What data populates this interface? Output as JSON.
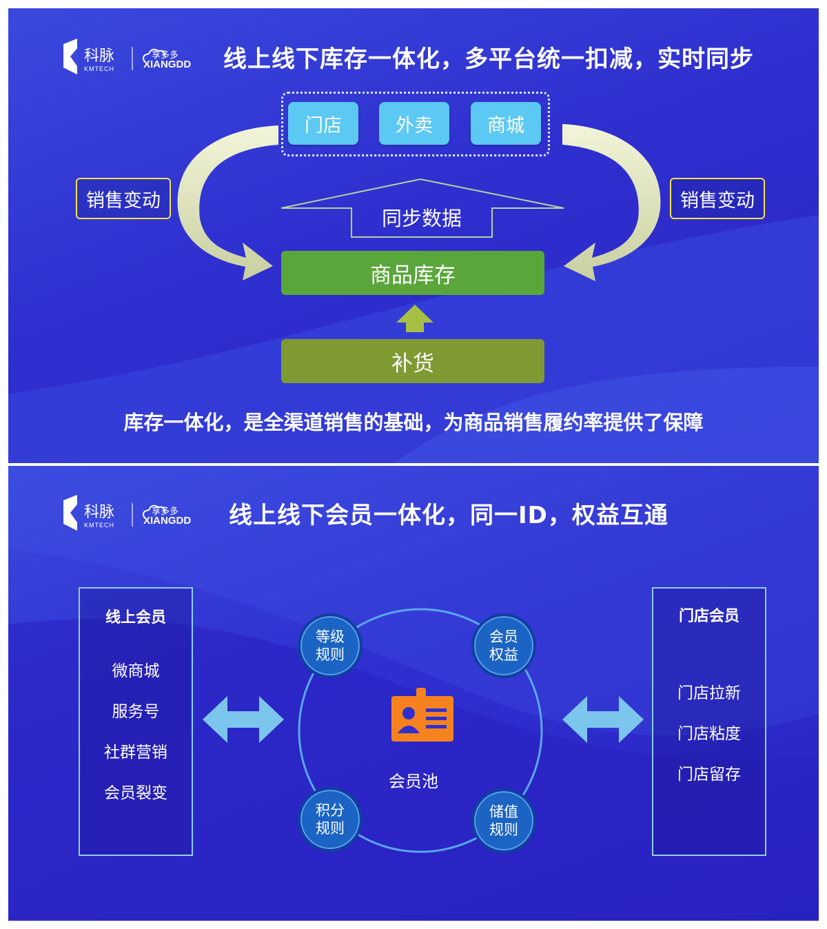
{
  "slide1": {
    "brand": {
      "name_cn": "科脉",
      "name_en": "KMTECH",
      "partner": "XIANGDD",
      "partner_cn": "享多多"
    },
    "title": "线上线下库存一体化，多平台统一扣减，实时同步",
    "channels": [
      "门店",
      "外卖",
      "商城"
    ],
    "left_label": "销售变动",
    "right_label": "销售变动",
    "sync_label": "同步数据",
    "inventory_label": "商品库存",
    "restock_label": "补货",
    "bottom_text": "库存一体化，是全渠道销售的基础，为商品销售履约率提供了保障",
    "colors": {
      "channel": "#5cc8f4",
      "inventory": "#5aa63a",
      "restock": "#7f9a33",
      "label_border": "#f2e24a"
    }
  },
  "slide2": {
    "brand": {
      "name_cn": "科脉",
      "name_en": "KMTECH",
      "partner": "XIANGDD",
      "partner_cn": "享多多"
    },
    "title": "线上线下会员一体化，同一ID，权益互通",
    "online": {
      "header": "线上会员",
      "items": [
        "微商城",
        "服务号",
        "社群营销",
        "会员裂变"
      ]
    },
    "store": {
      "header": "门店会员",
      "items": [
        "门店拉新",
        "门店粘度",
        "门店留存"
      ]
    },
    "nodes": {
      "top_left": [
        "等级",
        "规则"
      ],
      "top_right": [
        "会员",
        "权益"
      ],
      "bottom_left": [
        "积分",
        "规则"
      ],
      "bottom_right": [
        "储值",
        "规则"
      ]
    },
    "center_label": "会员池",
    "colors": {
      "node": "#1b64c4",
      "id_card": "#f6821f",
      "arrow": "#7cc6ee"
    }
  }
}
